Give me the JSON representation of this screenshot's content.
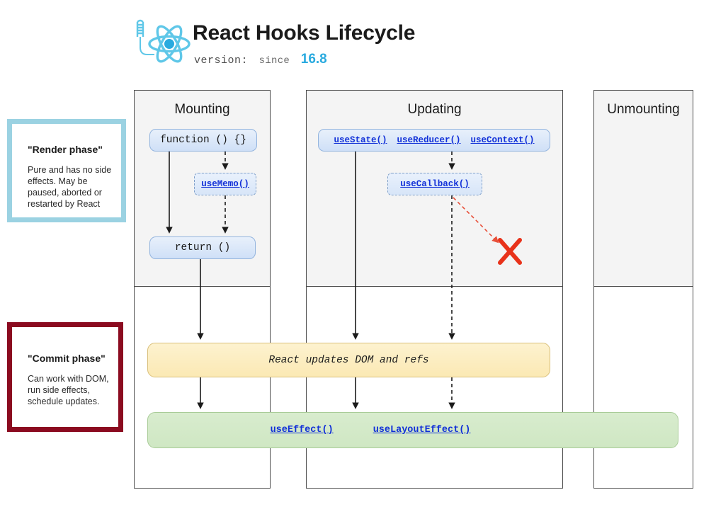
{
  "header": {
    "title": "React Hooks Lifecycle",
    "logo_icon": "react-atom-crochet-hook-icon",
    "version_label": "version:",
    "version_since": "since",
    "version_number": "16.8",
    "accent_color": "#29aadf"
  },
  "phases": [
    {
      "id": "render",
      "title": "\"Render phase\"",
      "description": "Pure and has no side effects. May be paused, aborted or restarted by React",
      "border_color": "#9bd2e2"
    },
    {
      "id": "commit",
      "title": "\"Commit phase\"",
      "description": "Can work with DOM, run side effects, schedule updates.",
      "border_color": "#8b0b20"
    }
  ],
  "columns": [
    {
      "id": "mounting",
      "title": "Mounting"
    },
    {
      "id": "updating",
      "title": "Updating"
    },
    {
      "id": "unmounting",
      "title": "Unmounting"
    }
  ],
  "nodes": {
    "function": "function () {}",
    "usememo": "useMemo()",
    "return": "return ()",
    "usecallback": "useCallback()",
    "state_hooks": [
      "useState()",
      "useReducer()",
      "useContext()"
    ]
  },
  "bars": {
    "dom_update": {
      "label": "React updates DOM and refs",
      "color": "#fbe9b4"
    },
    "effects": {
      "hooks": [
        "useEffect()",
        "useLayoutEffect()"
      ],
      "color": "#cfe7c3"
    }
  },
  "annotations": {
    "skip_marker": "X",
    "skip_marker_color": "#e8321a",
    "skip_arrow_color": "#e8503a"
  }
}
